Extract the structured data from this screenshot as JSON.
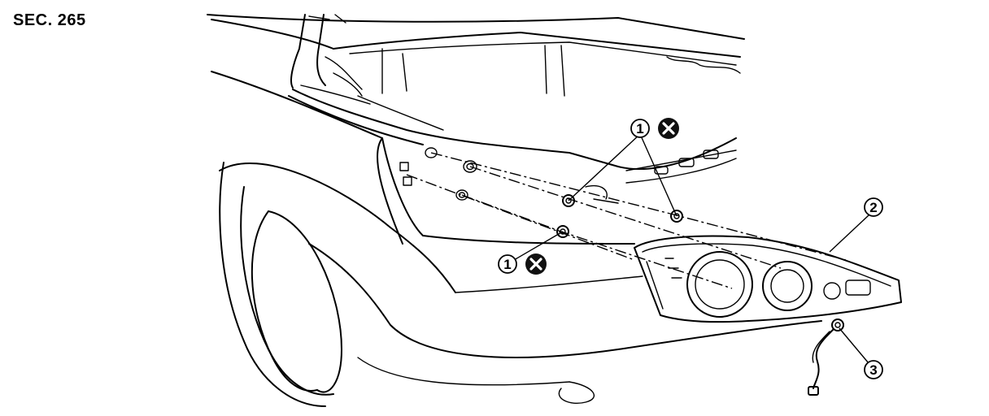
{
  "section_label": "SEC. 265",
  "callouts": {
    "nut_top": "1",
    "nut_left": "1",
    "lamp": "2",
    "socket": "3"
  },
  "icons": {
    "do_not_reuse": "x-circle-icon"
  },
  "colors": {
    "line": "#000000",
    "background": "#ffffff"
  }
}
